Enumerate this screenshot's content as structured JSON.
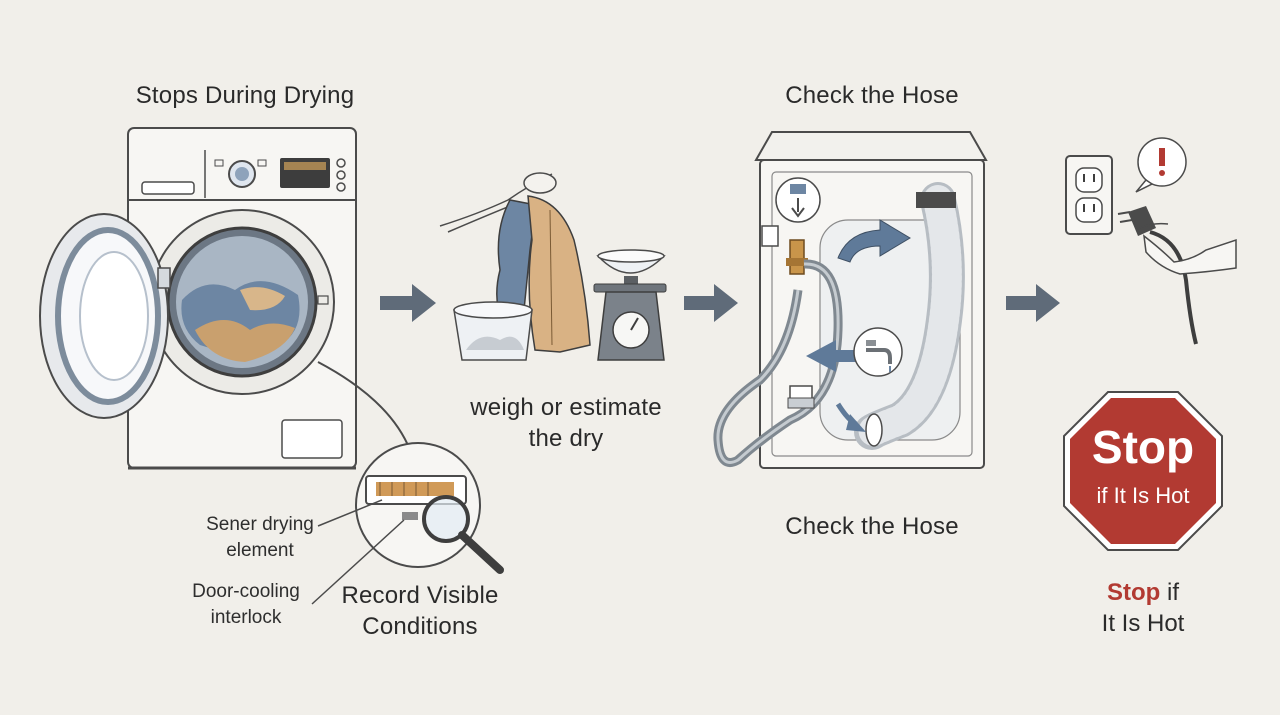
{
  "steps": {
    "step1_title": "Stops During Drying",
    "step2_caption_line1": "weigh or estimate",
    "step2_caption_line2": "the dry",
    "step3_title": "Check the Hose",
    "step3_caption": "Check the Hose",
    "step4_sign_big": "Stop",
    "step4_sign_small": "if It Is Hot",
    "step4_caption_bold": "Stop",
    "step4_caption_rest1": " if",
    "step4_caption_rest2": "It Is Hot"
  },
  "callouts": {
    "sensor_line1": "Sener drying",
    "sensor_line2": "element",
    "interlock_line1": "Door-cooling",
    "interlock_line2": "interlock",
    "record_line1": "Record Visible",
    "record_line2": "Conditions"
  },
  "icons": [
    "washing-machine-icon",
    "magnifier-icon",
    "clothes-icon",
    "basin-icon",
    "scale-icon",
    "hose-icon",
    "faucet-icon",
    "outlet-icon",
    "plug-icon",
    "warning-icon",
    "stop-sign-icon",
    "arrow-right-icon"
  ],
  "colors": {
    "background": "#f1efea",
    "arrow": "#5f6b79",
    "stop_red": "#b23a32",
    "drum_blue": "#6d86a3",
    "clothes_tan": "#c9a06e"
  }
}
